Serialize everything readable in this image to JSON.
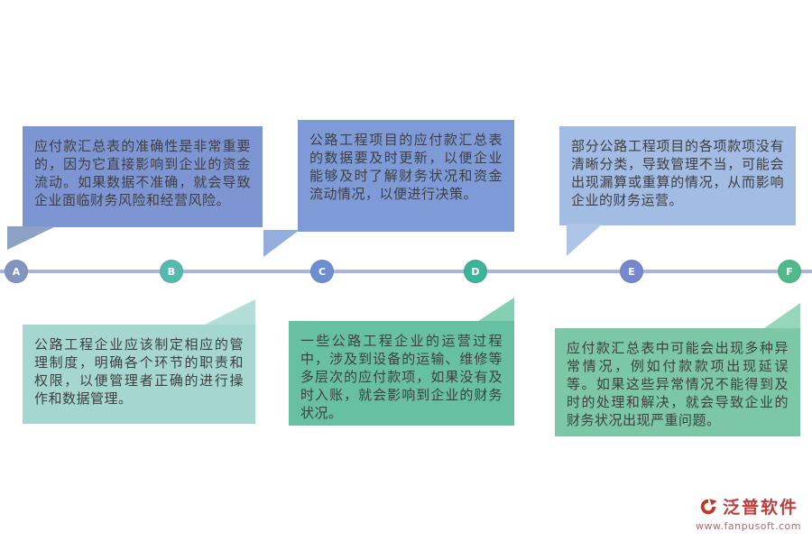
{
  "timeline": {
    "line_color": "#a9b5de",
    "nodes": [
      {
        "label": "A",
        "color": "#8295c0"
      },
      {
        "label": "B",
        "color": "#57b9ae"
      },
      {
        "label": "C",
        "color": "#6e8ed2"
      },
      {
        "label": "D",
        "color": "#3fb29a"
      },
      {
        "label": "E",
        "color": "#7688cd"
      },
      {
        "label": "F",
        "color": "#52b98a"
      }
    ]
  },
  "callouts": {
    "a": {
      "position": "top",
      "color": "#7d96d3",
      "text": "应付款汇总表的准确性是非常重要的，因为它直接影响到企业的资金流动。如果数据不准确，就会导致企业面临财务风险和经营风险。"
    },
    "b": {
      "position": "bottom",
      "color": "#a5d7d0",
      "text": "公路工程企业应该制定相应的管理制度，明确各个环节的职责和权限，以便管理者正确的进行操作和数据管理。"
    },
    "c": {
      "position": "top",
      "color": "#7e9ad7",
      "text": "公路工程项目的应付款汇总表的数据要及时更新，以便企业能够及时了解财务状况和资金流动情况，以便进行决策。"
    },
    "d": {
      "position": "bottom",
      "color": "#68c0a2",
      "text": "一些公路工程企业的运营过程中，涉及到设备的运输、维修等多层次的应付款项，如果没有及时入账，就会影响到企业的财务状况。"
    },
    "e": {
      "position": "top",
      "color": "#a3bce4",
      "text": "部分公路工程项目的各项款项没有清晰分类，导致管理不当，可能会出现漏算或重算的情况，从而影响企业的财务运营。"
    },
    "f": {
      "position": "bottom",
      "color": "#7cc8a6",
      "text": "应付款汇总表中可能会出现多种异常情况，例如付款款项出现延误等。如果这些异常情况不能得到及时的处理和解决，就会导致企业的财务状况出现严重问题。"
    }
  },
  "branding": {
    "name": "泛普软件",
    "url": "www.fanpusoft.com",
    "color": "#c03b3b"
  }
}
